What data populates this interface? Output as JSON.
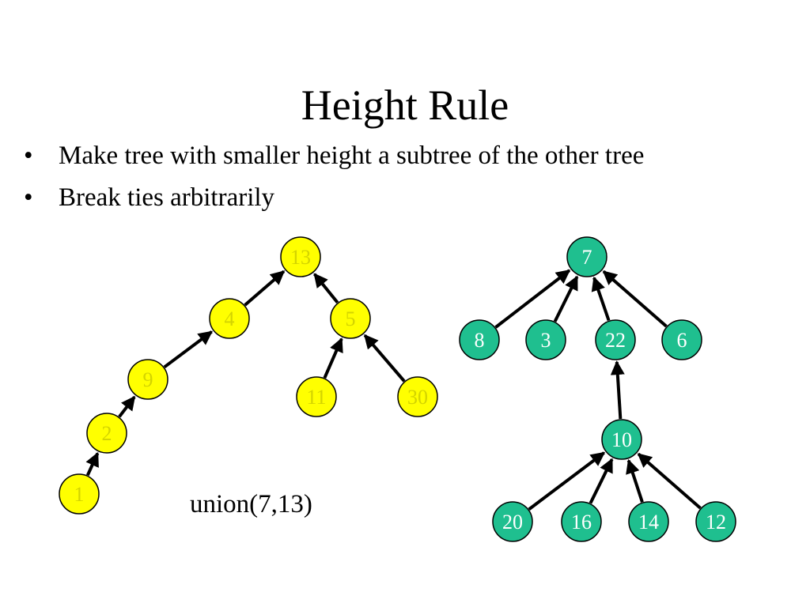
{
  "title": "Height Rule",
  "bullets": [
    "Make tree with smaller height a subtree of the other tree",
    "Break ties arbitrarily"
  ],
  "bullet_symbol": "•",
  "caption": "union(7,13)",
  "colors": {
    "yellow_fill": "#ffff00",
    "yellow_text": "#d4d400",
    "green_fill": "#1fbf8f",
    "green_text": "#ffffff",
    "edge": "#000000"
  },
  "trees": [
    {
      "name": "yellow-tree",
      "nodes": [
        "13",
        "4",
        "5",
        "9",
        "11",
        "30",
        "2",
        "1"
      ],
      "edges": [
        [
          "4",
          "13"
        ],
        [
          "5",
          "13"
        ],
        [
          "9",
          "4"
        ],
        [
          "11",
          "5"
        ],
        [
          "30",
          "5"
        ],
        [
          "2",
          "9"
        ],
        [
          "1",
          "2"
        ]
      ]
    },
    {
      "name": "green-tree",
      "nodes": [
        "7",
        "8",
        "3",
        "22",
        "6",
        "10",
        "20",
        "16",
        "14",
        "12"
      ],
      "edges": [
        [
          "8",
          "7"
        ],
        [
          "3",
          "7"
        ],
        [
          "22",
          "7"
        ],
        [
          "6",
          "7"
        ],
        [
          "10",
          "22"
        ],
        [
          "20",
          "10"
        ],
        [
          "16",
          "10"
        ],
        [
          "14",
          "10"
        ],
        [
          "12",
          "10"
        ]
      ]
    }
  ]
}
